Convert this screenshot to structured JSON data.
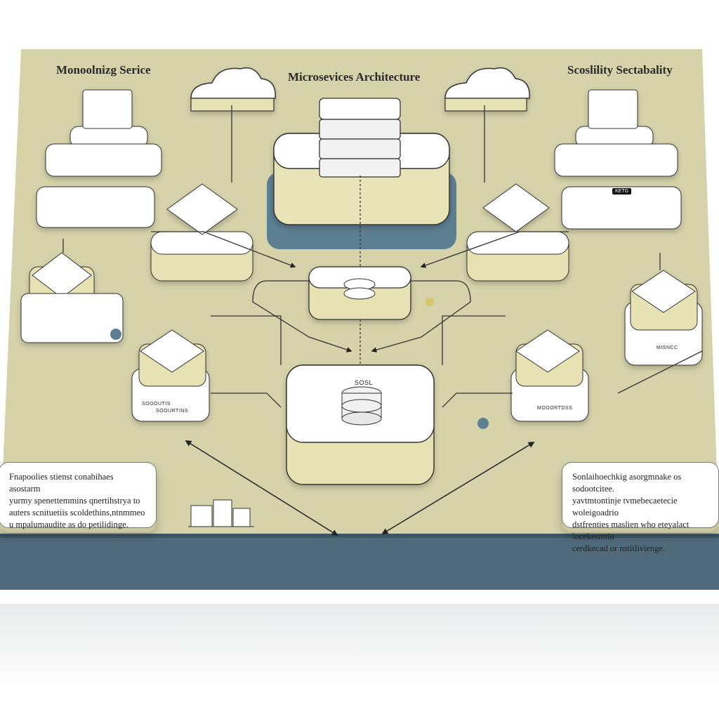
{
  "title": "Microsevices Architecture",
  "left_heading": "Monoolnizg Serice",
  "right_heading": "Scoslility Sectabality",
  "left_note": {
    "lines": [
      "Fnapoolies stienst conabihaes asostarm",
      "yurmy spenettemmins qnertihstrya to",
      "auters scnituetiis scoldethins,ntnmmeo",
      "u mpalumaudite as do petilidinge."
    ]
  },
  "right_note": {
    "lines": [
      "Sonlaihoechkig asorgmnake os sodootcitee.",
      "yavtmtontinje tvmebecaetecie woleigoadrio",
      "dstfrenties maslien who eteyalact locekesnnio",
      "cerdkecad or nstitlivienge."
    ]
  },
  "tags": {
    "node_left_upper": "SOOOUTIS",
    "node_left_lower": "SOOURTINS",
    "node_right_lower": "MOOORTDSS",
    "node_right_far": "MISNCC",
    "panel_right_upper_header": "KETG",
    "center_db": "SOSL"
  },
  "colors": {
    "board": "#d6d3ab",
    "board_edge": "#4f6a7a",
    "node_fill": "#e9e6bf",
    "node_side": "#cbc694",
    "accent_blue": "#5d7f92",
    "accent_yellow": "#d8c46a"
  },
  "icons": [
    "cloud-icon",
    "server-stack-icon",
    "database-icon",
    "chart-icon",
    "arrow-icon"
  ]
}
